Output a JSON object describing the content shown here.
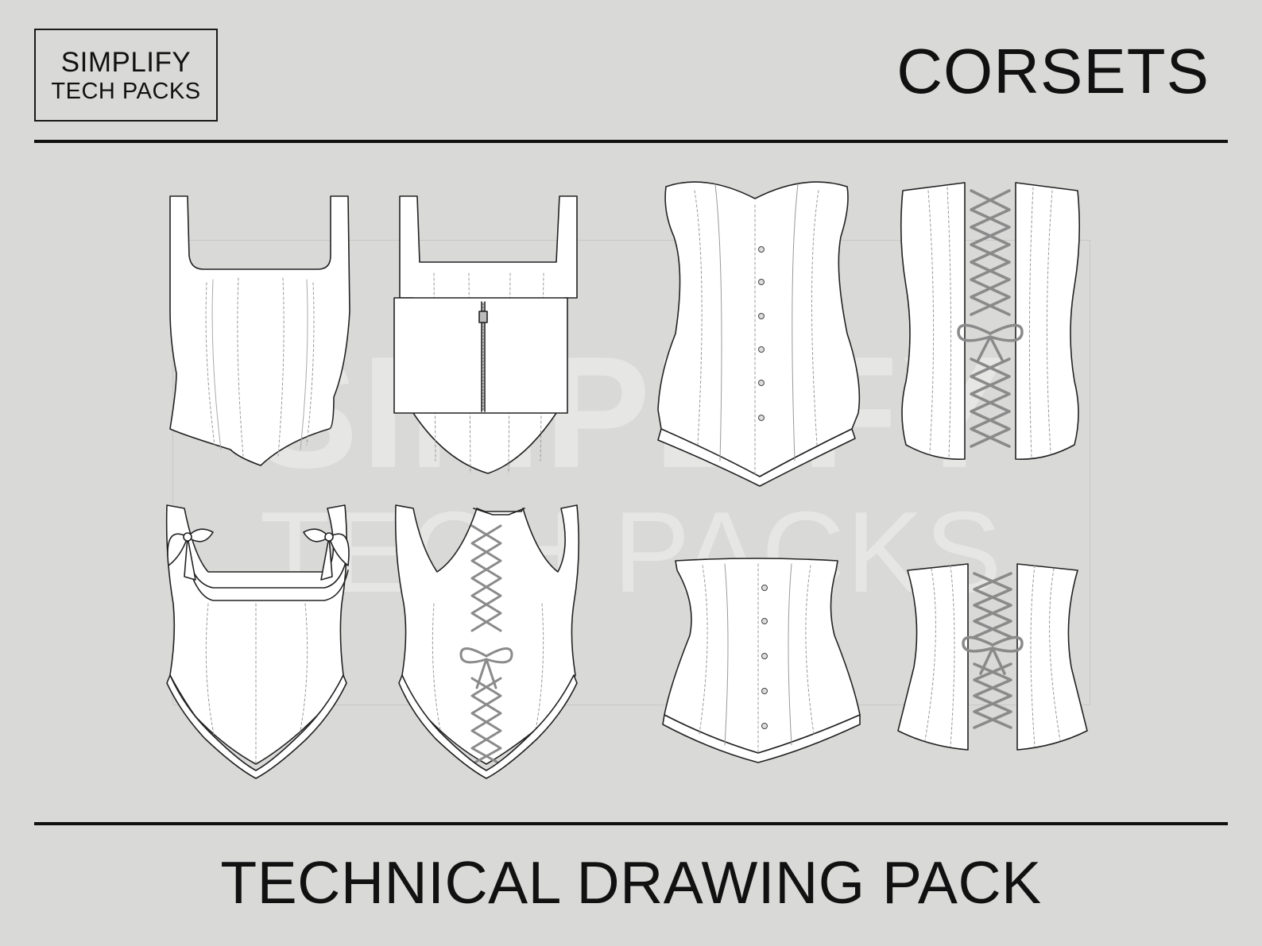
{
  "logo": {
    "line1": "SIMPLIFY",
    "line2": "TECH PACKS"
  },
  "page_title": "CORSETS",
  "footer_title": "TECHNICAL DRAWING PACK",
  "watermark": {
    "line1": "SIMPLIFY",
    "line2": "TECH PACKS"
  },
  "colors": {
    "background": "#d9d9d8",
    "ink": "#111111",
    "garment_fill": "#ffffff",
    "lace": "#8a8a8a"
  },
  "drawings": [
    "square-neck-bustier-front",
    "square-neck-bustier-back-zip",
    "sweetheart-overbust-corset-front",
    "overbust-corset-back-laced",
    "bow-strap-corset-top-front",
    "bow-strap-corset-top-back-laced",
    "underbust-corset-front",
    "underbust-corset-back-laced"
  ]
}
